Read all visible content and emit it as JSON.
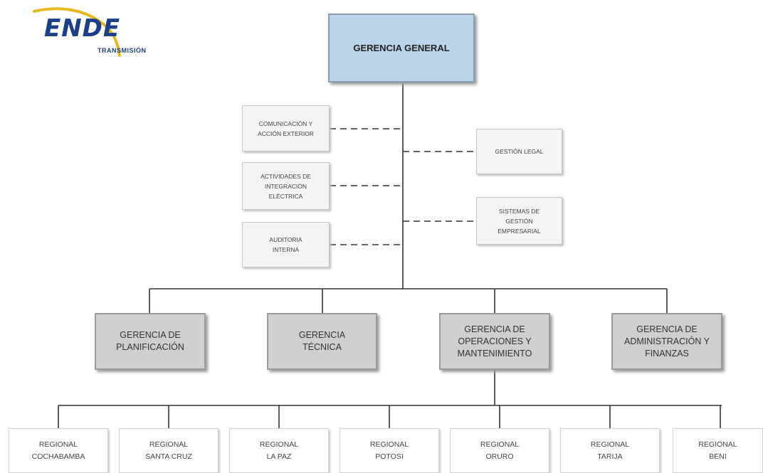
{
  "logo": {
    "brand": "ENDE",
    "sub": "TRANSMISIÓN"
  },
  "top": {
    "label": "GERENCIA GENERAL"
  },
  "staff_left": [
    "COMUNICACIÓN Y\nACCIÓN EXTERIOR",
    "ACTIVIDADES DE\nINTEGRACIÓN\nELÉCTRICA",
    "AUDITORIA\nINTERNA"
  ],
  "staff_right": [
    "GESTIÓN  LEGAL",
    "SISTEMAS DE\nGESTIÓN\nEMPRESARIAL"
  ],
  "managements": [
    "GERENCIA DE\nPLANIFICACIÓN",
    "GERENCIA\nTÉCNICA",
    "GERENCIA DE\nOPERACIONES Y\nMANTENIMIENTO",
    "GERENCIA DE\nADMINISTRACIÓN Y\nFINANZAS"
  ],
  "regionals": [
    "REGIONAL\nCOCHABAMBA",
    "REGIONAL\nSANTA CRUZ",
    "REGIONAL\nLA PAZ",
    "REGIONAL\nPOTOSI",
    "REGIONAL\nORURO",
    "REGIONAL\nTARIJA",
    "REGIONAL\nBENI"
  ],
  "colors": {
    "top_fill": "#b9d3ea",
    "management_fill": "#cfcfcf",
    "logo_blue": "#1c3f8a",
    "logo_swoosh": "#e8b820"
  }
}
